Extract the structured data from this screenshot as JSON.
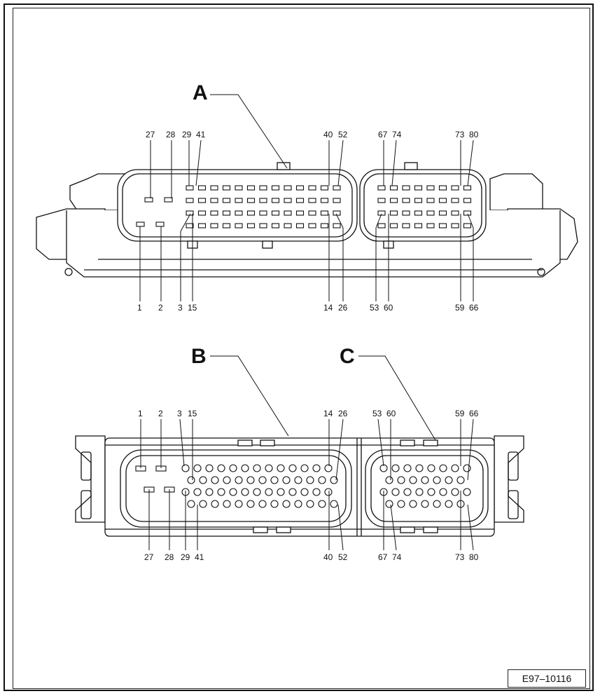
{
  "figure_id": "E97–10116",
  "views": [
    {
      "label": "A",
      "pins_top": [
        "27",
        "28",
        "29",
        "41",
        "40",
        "52",
        "67",
        "74",
        "73",
        "80"
      ],
      "pins_bottom": [
        "1",
        "2",
        "3",
        "15",
        "14",
        "26",
        "53",
        "60",
        "59",
        "66"
      ]
    },
    {
      "label": "B",
      "pins_top": [
        "1",
        "2",
        "3",
        "15",
        "14",
        "26"
      ],
      "pins_bottom": [
        "27",
        "28",
        "29",
        "41",
        "40",
        "52"
      ]
    },
    {
      "label": "C",
      "pins_top": [
        "53",
        "60",
        "59",
        "66"
      ],
      "pins_bottom": [
        "67",
        "74",
        "73",
        "80"
      ]
    }
  ]
}
